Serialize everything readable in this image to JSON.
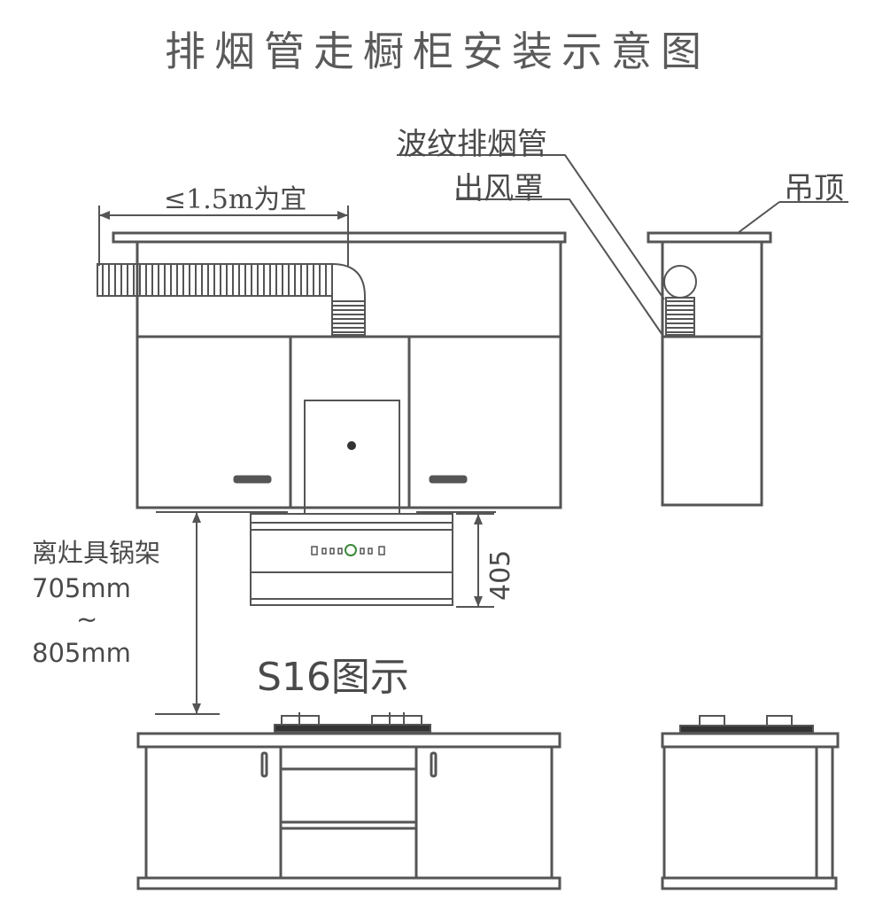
{
  "title": "排烟管走橱柜安装示意图",
  "labels": {
    "corrugated_pipe": "波纹排烟管",
    "outlet_cover": "出风罩",
    "ceiling": "吊顶",
    "max_length": "≤1.5m为宜",
    "height_405": "405",
    "dist_line1": "离灶具锅架",
    "dist_line2": "705mm",
    "dist_line3": "~",
    "dist_line4": "805mm",
    "model": "S16图示"
  },
  "colors": {
    "line": "#555555",
    "text": "#4a4a4a",
    "background": "#ffffff"
  }
}
